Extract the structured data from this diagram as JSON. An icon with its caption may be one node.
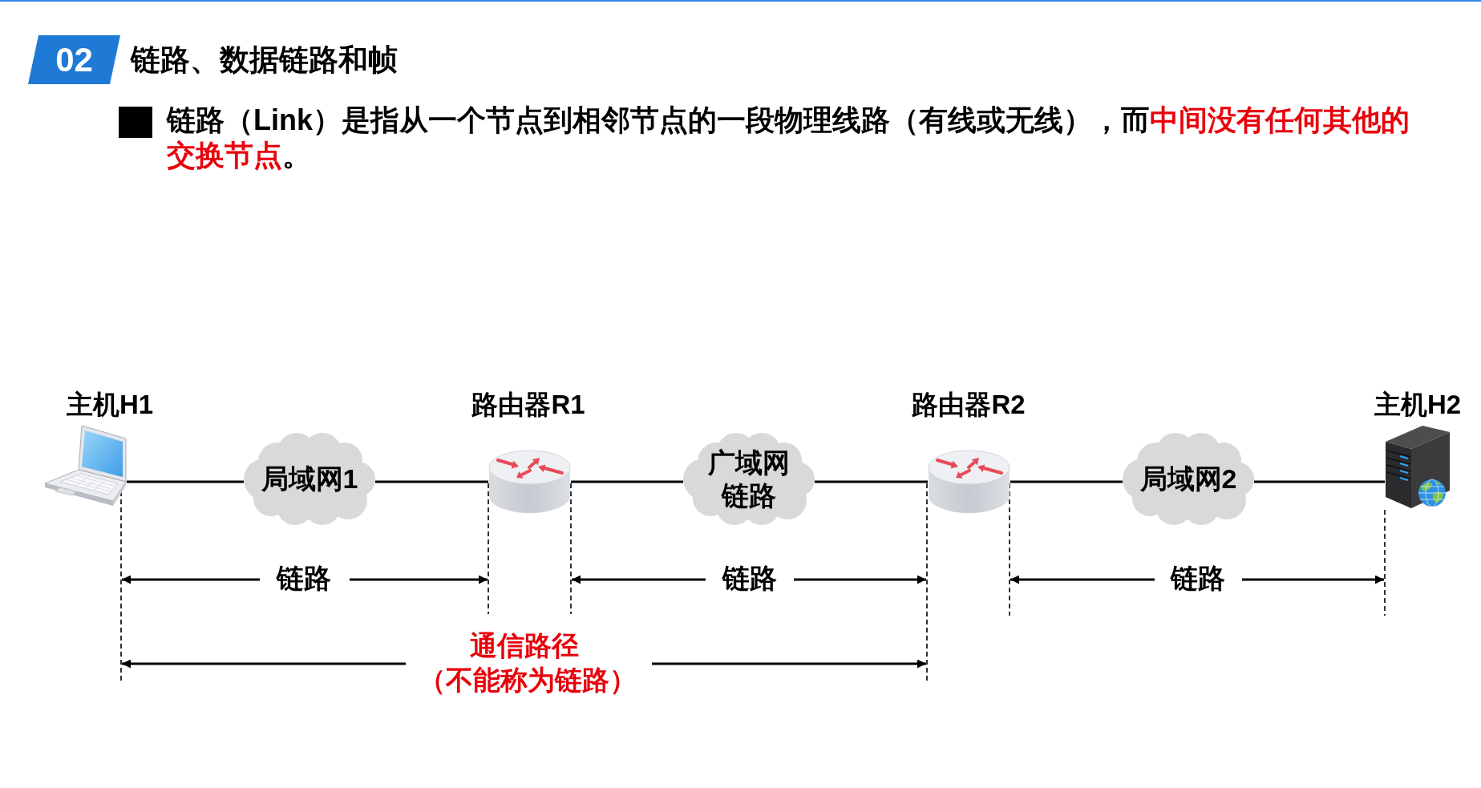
{
  "diagram": {
    "title": "链路、数据链路和帧",
    "nodes": [
      {
        "text": [
          "主机H1"
        ]
      },
      {
        "text": [
          "局域网1"
        ]
      },
      {
        "text": [
          "路由器R1"
        ]
      },
      {
        "text": [
          "广域网链路"
        ]
      },
      {
        "text": [
          "路由器R2"
        ]
      },
      {
        "text": [
          "局域网2"
        ]
      },
      {
        "text": [
          "主机H2"
        ]
      }
    ],
    "edges": [
      {
        "from": 0,
        "to": 1,
        "arrow": "none"
      },
      {
        "from": 1,
        "to": 2,
        "arrow": "none"
      },
      {
        "from": 2,
        "to": 3,
        "arrow": "none"
      },
      {
        "from": 3,
        "to": 4,
        "arrow": "none"
      },
      {
        "from": 4,
        "to": 5,
        "arrow": "none"
      },
      {
        "from": 5,
        "to": 6,
        "arrow": "none"
      }
    ],
    "labels": [
      "02",
      "链路（Link）是指从一个节点到相邻节点的一段物理线路（有线或无线），而**中间没有任何其他的交换节点**。",
      "链路",
      "链路",
      "链路",
      "通信路径",
      "（不能称为链路）"
    ]
  }
}
